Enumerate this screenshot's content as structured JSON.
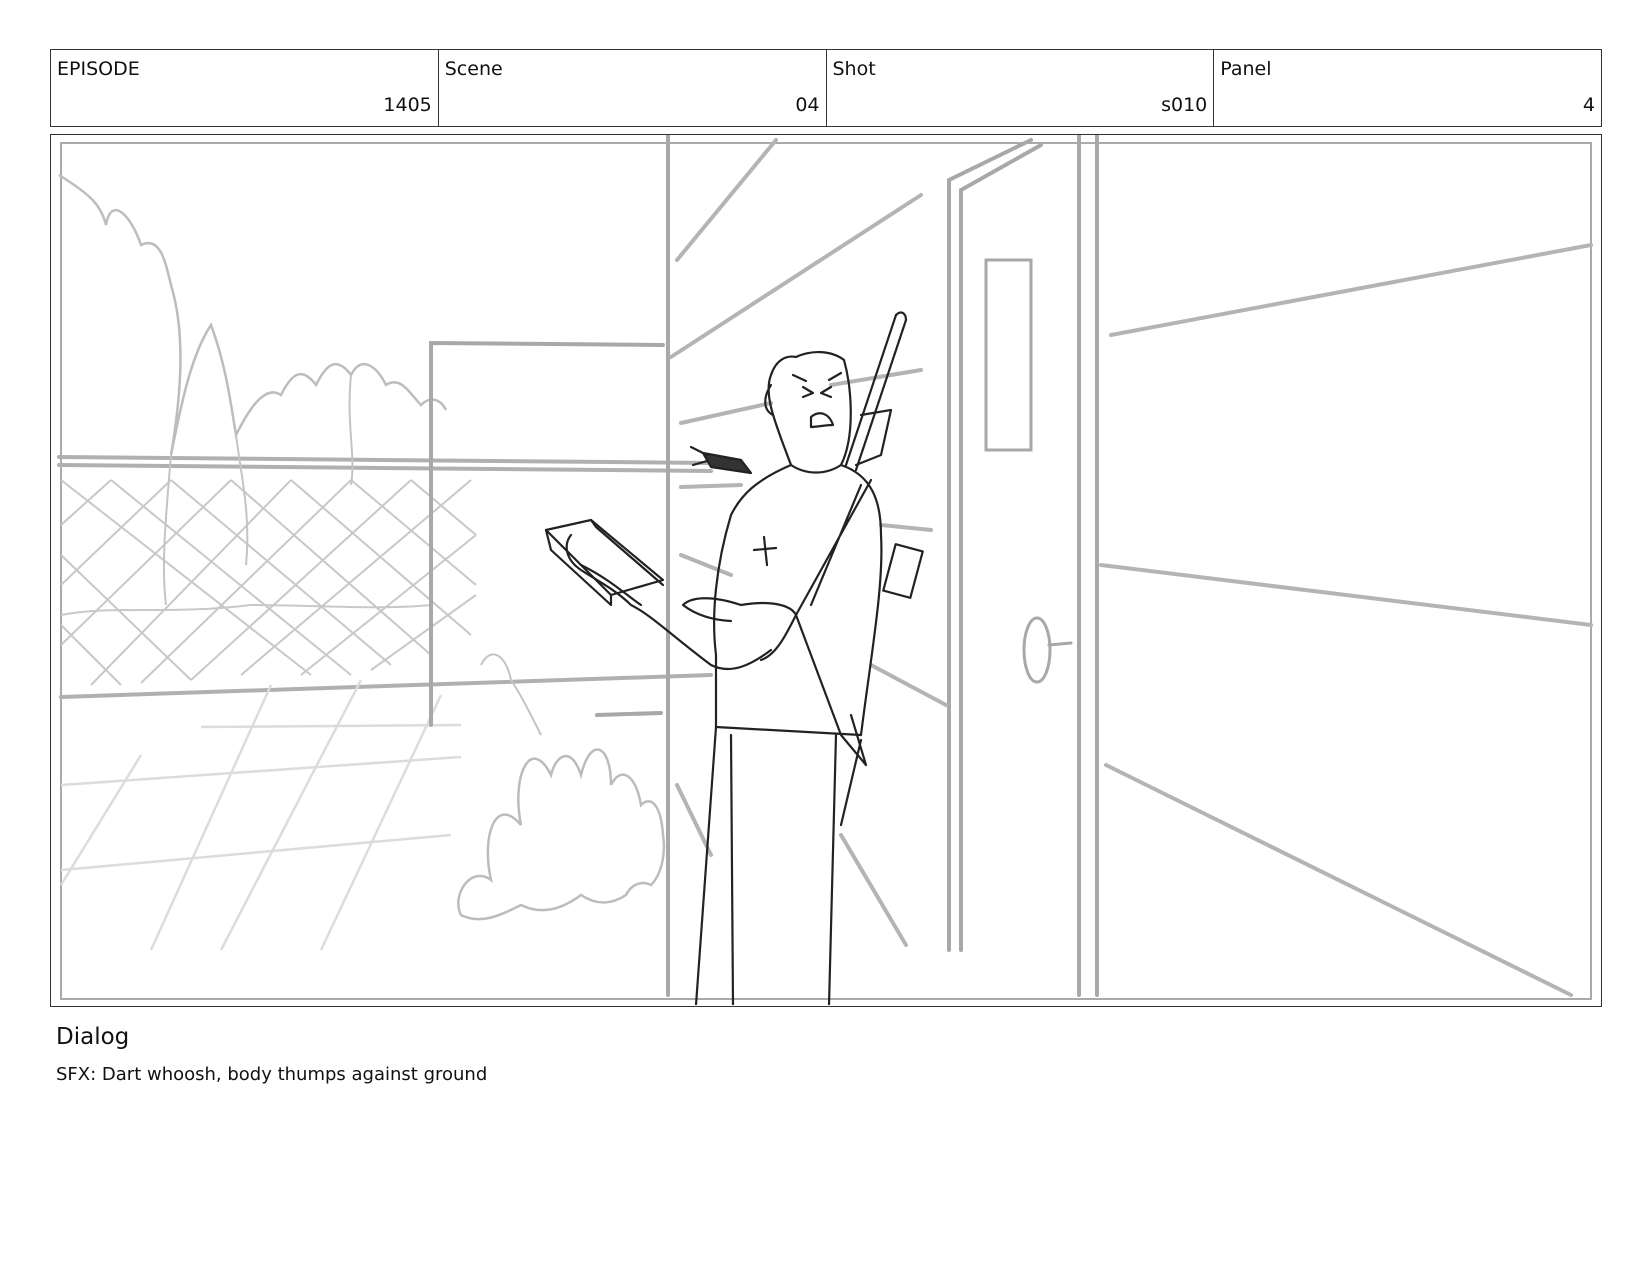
{
  "header": {
    "fields": [
      {
        "label": "EPISODE",
        "value": "1405"
      },
      {
        "label": "Scene",
        "value": "04"
      },
      {
        "label": "Shot",
        "value": "s010"
      },
      {
        "label": "Panel",
        "value": "4"
      }
    ]
  },
  "dialog": {
    "title": "Dialog",
    "text": "SFX: Dart whoosh, body thumps against ground"
  }
}
